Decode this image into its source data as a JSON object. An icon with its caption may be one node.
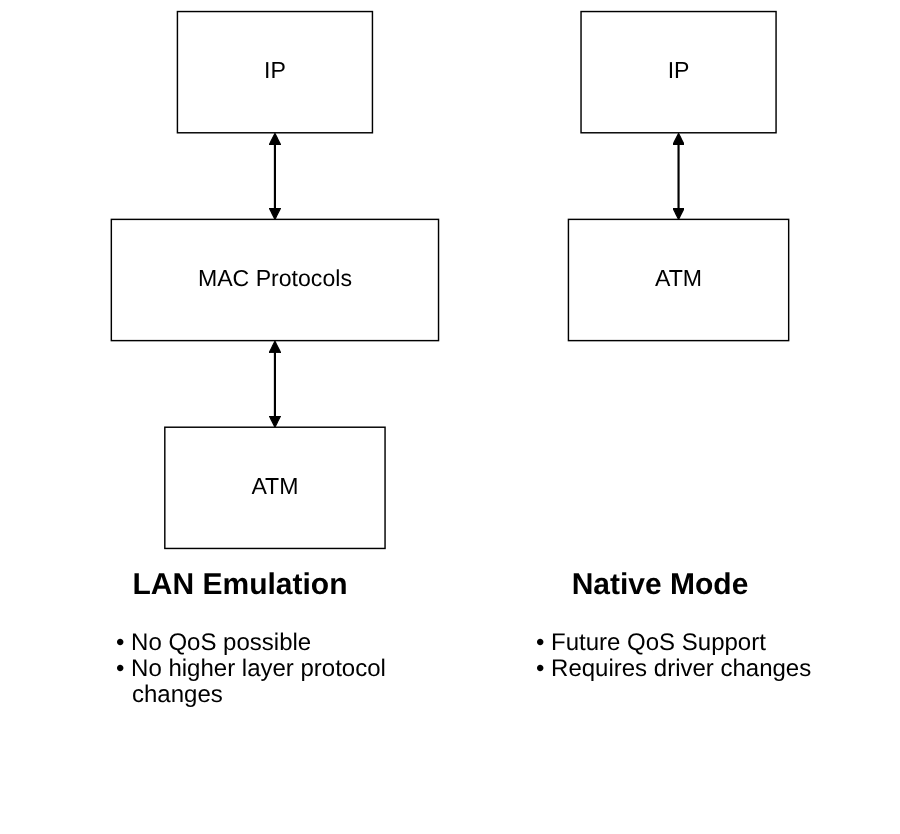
{
  "diagram": {
    "nodes": [
      {
        "text": [
          "IP"
        ]
      },
      {
        "text": [
          "MAC Protocols"
        ]
      },
      {
        "text": [
          "ATM"
        ]
      },
      {
        "text": [
          "IP"
        ]
      },
      {
        "text": [
          "ATM"
        ]
      }
    ],
    "edges": [
      {
        "from": 0,
        "to": 1,
        "arrow": "both"
      },
      {
        "from": 1,
        "to": 2,
        "arrow": "both"
      },
      {
        "from": 3,
        "to": 4,
        "arrow": "both"
      }
    ],
    "labels": [
      "LAN Emulation",
      "Native Mode",
      "• No QoS possible",
      "• No higher layer protocol changes",
      "• Future QoS Support",
      "• Requires driver changes"
    ]
  }
}
